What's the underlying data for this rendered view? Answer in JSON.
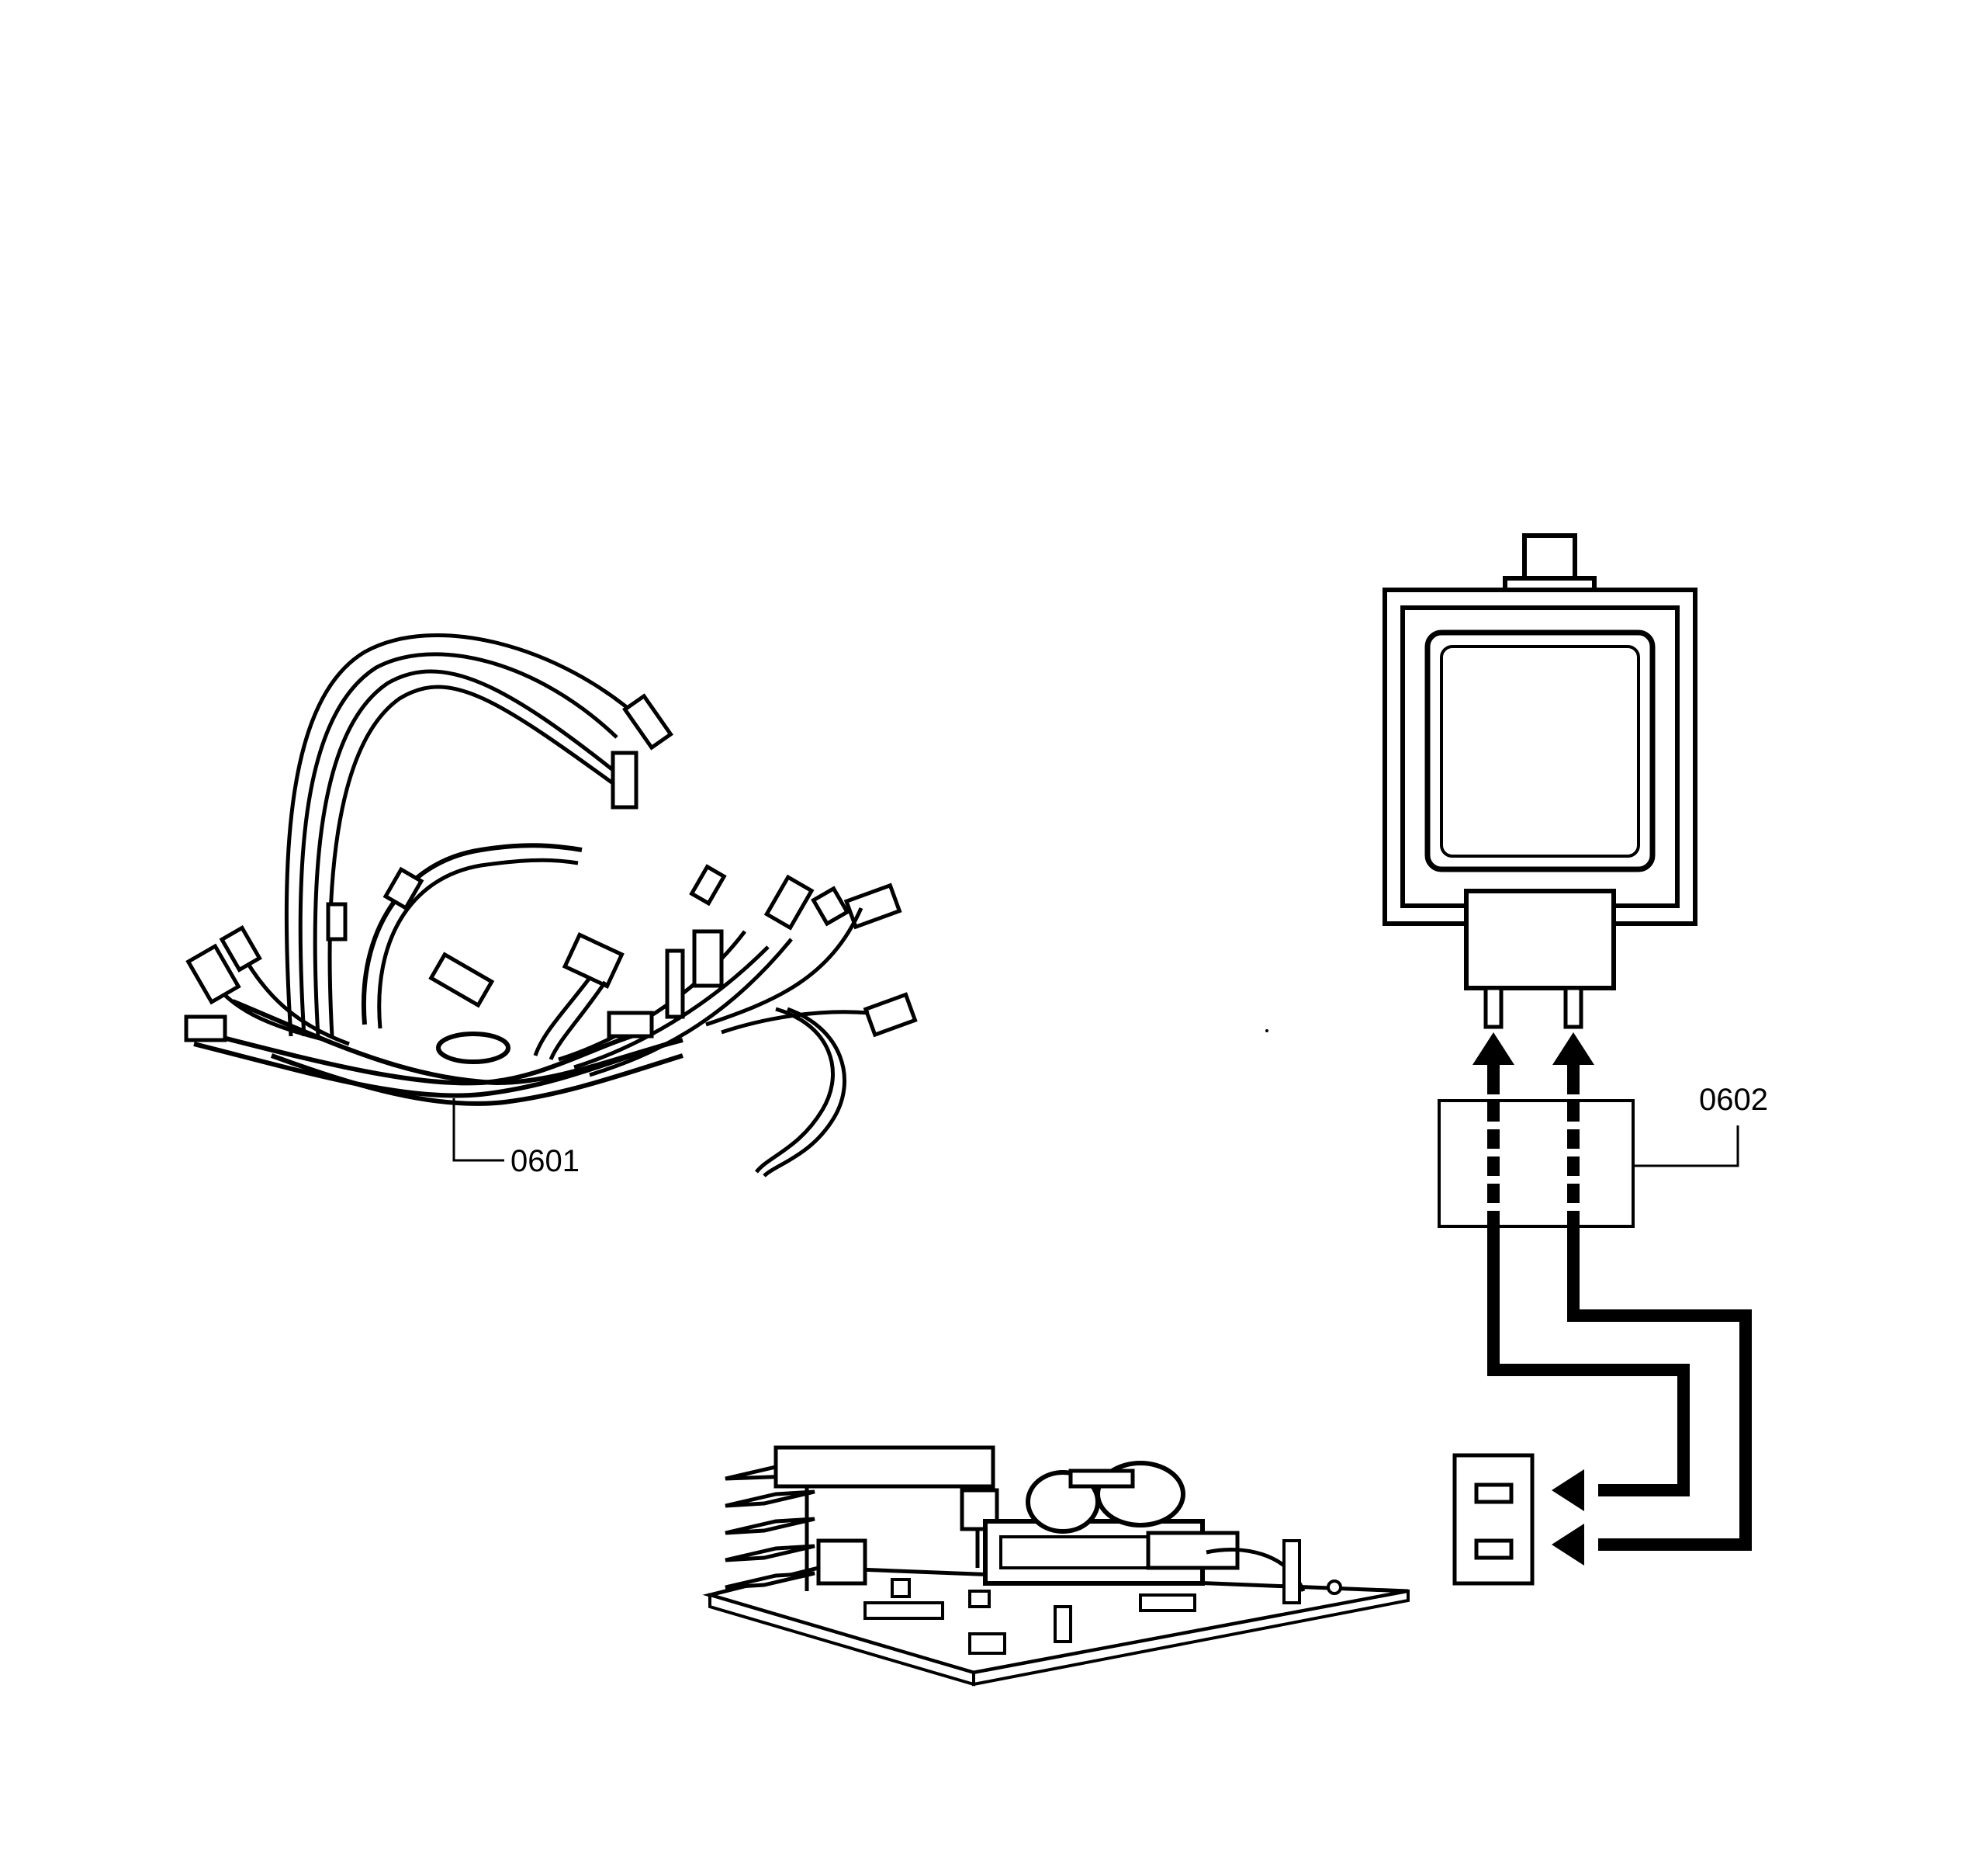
{
  "parts": [
    {
      "id": "wire-harness",
      "callout": "0601"
    },
    {
      "id": "magnetron-assembly",
      "callout": "0602"
    }
  ]
}
